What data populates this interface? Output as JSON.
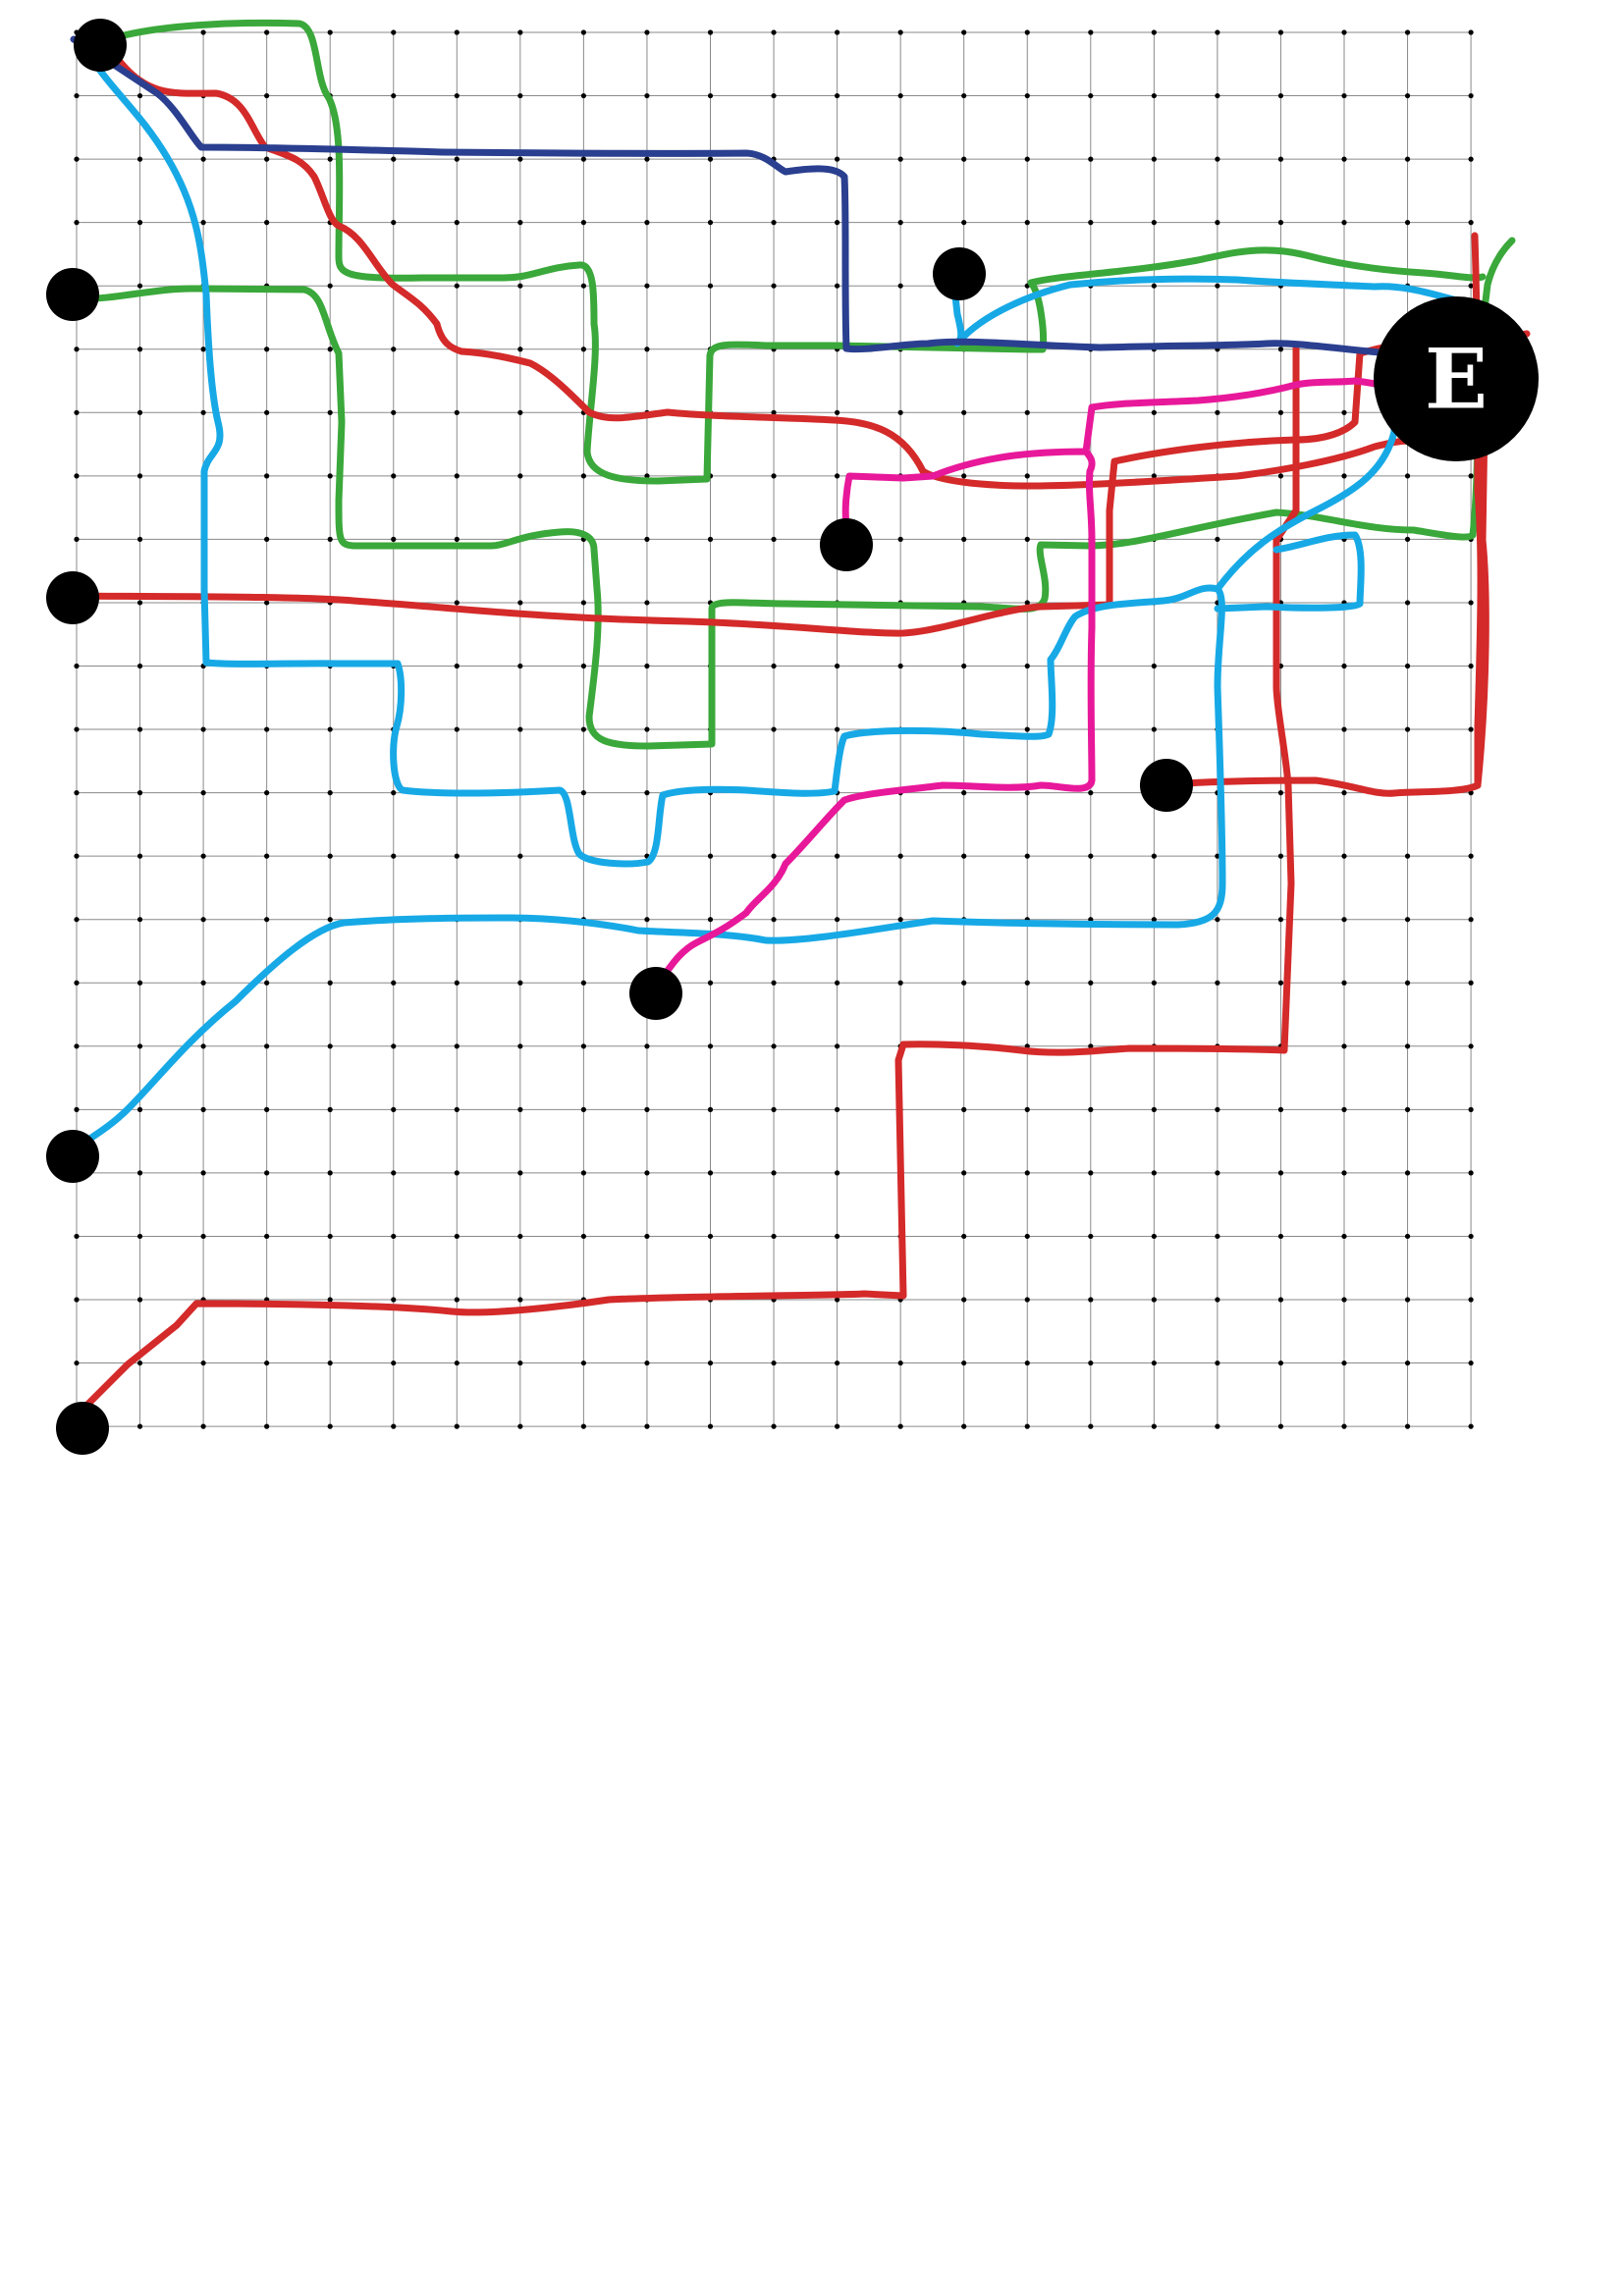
{
  "diagram": {
    "type": "grid maze with routes to exit",
    "grid": {
      "columns": 22,
      "rows": 22,
      "line_color": "#8a8a8a",
      "dot_color": "#000000"
    },
    "end_node": {
      "label": "E",
      "fill": "#000000",
      "text_color": "#ffffff"
    },
    "start_nodes": [
      {
        "id": "start-top-left"
      },
      {
        "id": "start-left-upper"
      },
      {
        "id": "start-left-middle"
      },
      {
        "id": "start-left-lower"
      },
      {
        "id": "start-bottom-left"
      },
      {
        "id": "start-center-top"
      },
      {
        "id": "start-center"
      },
      {
        "id": "start-center-right"
      },
      {
        "id": "start-center-low"
      }
    ],
    "route_colors": {
      "green": "#3aa83a",
      "red": "#d42a2a",
      "blue": "#17a9e6",
      "navy": "#2a3f8f",
      "magenta": "#e8189a"
    }
  }
}
